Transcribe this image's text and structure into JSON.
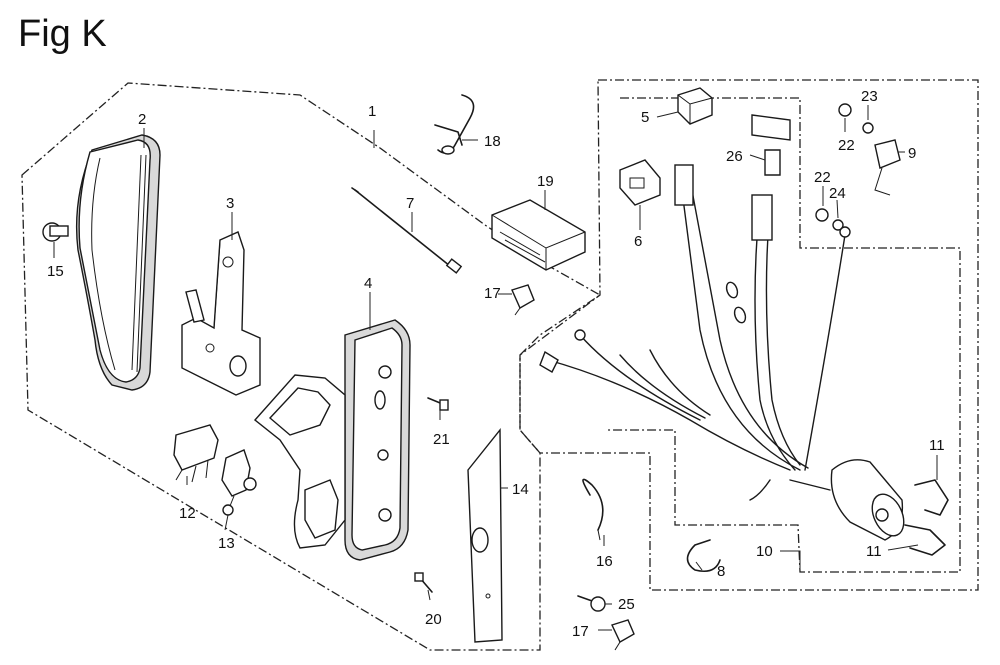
{
  "figure": {
    "title": "Fig K"
  },
  "callouts": {
    "c1": "1",
    "c2": "2",
    "c3": "3",
    "c4": "4",
    "c5": "5",
    "c6": "6",
    "c7": "7",
    "c8": "8",
    "c9": "9",
    "c10": "10",
    "c11a": "11",
    "c11b": "11",
    "c12": "12",
    "c13": "13",
    "c14": "14",
    "c15": "15",
    "c16": "16",
    "c17a": "17",
    "c17b": "17",
    "c18": "18",
    "c19": "19",
    "c20": "20",
    "c21": "21",
    "c22a": "22",
    "c22b": "22",
    "c23": "23",
    "c24": "24",
    "c25": "25",
    "c26": "26"
  }
}
